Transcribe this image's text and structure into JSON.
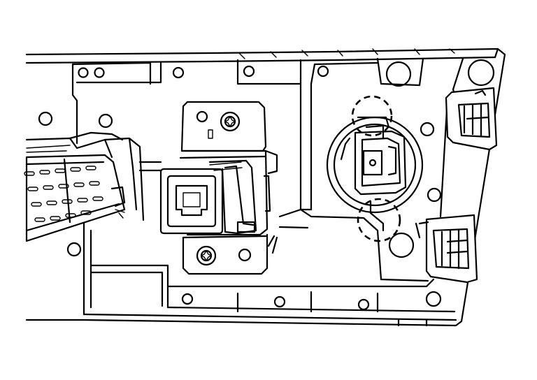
{
  "diagram": {
    "line_color": "#000000",
    "background": "#ffffff",
    "components": [
      {
        "name": "mounting-panel"
      },
      {
        "name": "ethernet-jack-module"
      },
      {
        "name": "mounting-screw",
        "count": 2
      },
      {
        "name": "release-clip",
        "count": 2
      },
      {
        "name": "connector-harness"
      },
      {
        "name": "circular-connector-socket"
      }
    ],
    "callouts": {
      "dashed_circle_count": 2,
      "meaning": ""
    }
  }
}
